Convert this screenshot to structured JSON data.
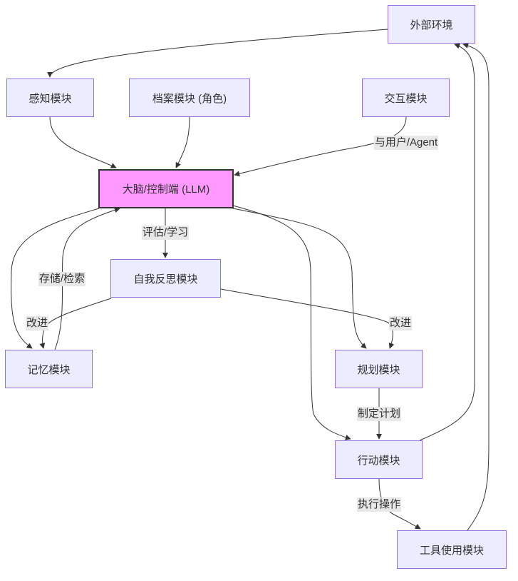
{
  "diagram": {
    "type": "flowchart",
    "nodes": {
      "env": "外部环境",
      "perception": "感知模块",
      "profile": "档案模块 (角色)",
      "interaction": "交互模块",
      "brain": "大脑/控制端 (LLM)",
      "reflection": "自我反思模块",
      "memory": "记忆模块",
      "planning": "规划模块",
      "action": "行动模块",
      "tools": "工具使用模块"
    },
    "edges": [
      {
        "from": "env",
        "to": "perception",
        "label": ""
      },
      {
        "from": "perception",
        "to": "brain",
        "label": ""
      },
      {
        "from": "profile",
        "to": "brain",
        "label": ""
      },
      {
        "from": "interaction",
        "to": "brain",
        "label": "与用户/Agent"
      },
      {
        "from": "brain",
        "to": "reflection",
        "label": "评估/学习"
      },
      {
        "from": "brain",
        "to": "memory",
        "label": ""
      },
      {
        "from": "memory",
        "to": "brain",
        "label": "存储/检索"
      },
      {
        "from": "reflection",
        "to": "memory",
        "label": "改进"
      },
      {
        "from": "reflection",
        "to": "planning",
        "label": "改进"
      },
      {
        "from": "brain",
        "to": "planning",
        "label": ""
      },
      {
        "from": "brain",
        "to": "action",
        "label": ""
      },
      {
        "from": "planning",
        "to": "action",
        "label": "制定计划"
      },
      {
        "from": "action",
        "to": "tools",
        "label": "执行操作"
      },
      {
        "from": "action",
        "to": "env",
        "label": ""
      },
      {
        "from": "tools",
        "to": "env",
        "label": ""
      }
    ]
  }
}
